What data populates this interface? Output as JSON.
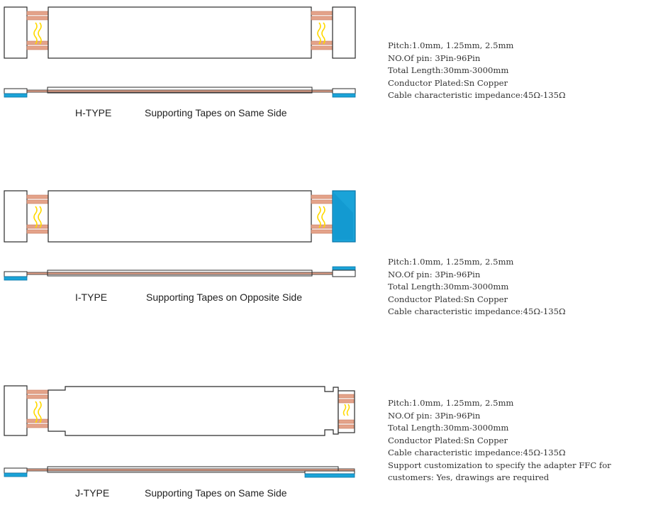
{
  "colors": {
    "outline": "#2a2a2a",
    "conductor": "#e4a38a",
    "conductor_dark": "#c77a5c",
    "tape": "#1aa3d8",
    "tape_dark": "#0b76a8",
    "squiggle": "#ffd900"
  },
  "cables": [
    {
      "type_label": "H-TYPE",
      "desc": "Supporting Tapes on Same Side",
      "spec": [
        "Pitch:1.0mm, 1.25mm, 2.5mm",
        "NO.Of pin: 3Pin-96Pin",
        "Total Length:30mm-3000mm",
        "Conductor Plated:Sn Copper",
        "Cable characteristic impedance:45Ω-135Ω"
      ]
    },
    {
      "type_label": "I-TYPE",
      "desc": "Supporting Tapes on Opposite Side",
      "spec": [
        "Pitch:1.0mm, 1.25mm, 2.5mm",
        "NO.Of pin: 3Pin-96Pin",
        "Total Length:30mm-3000mm",
        "Conductor Plated:Sn Copper",
        "Cable characteristic impedance:45Ω-135Ω"
      ]
    },
    {
      "type_label": "J-TYPE",
      "desc": "Supporting Tapes on Same Side",
      "spec": [
        "Pitch:1.0mm, 1.25mm, 2.5mm",
        "NO.Of pin: 3Pin-96Pin",
        "Total Length:30mm-3000mm",
        "Conductor Plated:Sn Copper",
        "Cable characteristic impedance:45Ω-135Ω",
        "Support customization to specify the adapter FFC for",
        "customers: Yes, drawings are required"
      ]
    }
  ]
}
